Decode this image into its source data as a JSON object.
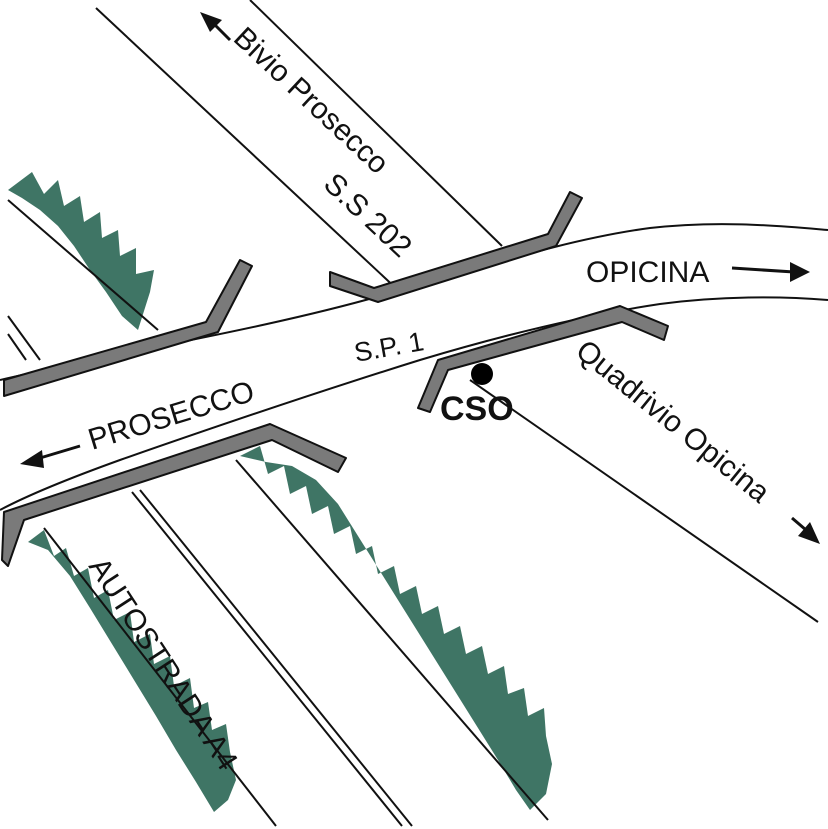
{
  "labels": {
    "bivio_prosecco": "Bivio Prosecco",
    "ss202": "S.S 202",
    "opicina": "OPICINA",
    "sp1": "S.P. 1",
    "cso": "CSO",
    "quadrivio_opicina": "Quadrivio Opicina",
    "prosecco": "PROSECCO",
    "autostrada": "AUTOSTRADA A4"
  },
  "colors": {
    "background": "#ffffff",
    "line": "#111111",
    "bridge_fill": "#7a7a7a",
    "embankment": "#3f7565",
    "point": "#000000"
  },
  "icons": {
    "direction_arrow": "arrow-icon",
    "location_marker": "dot-marker-icon"
  }
}
